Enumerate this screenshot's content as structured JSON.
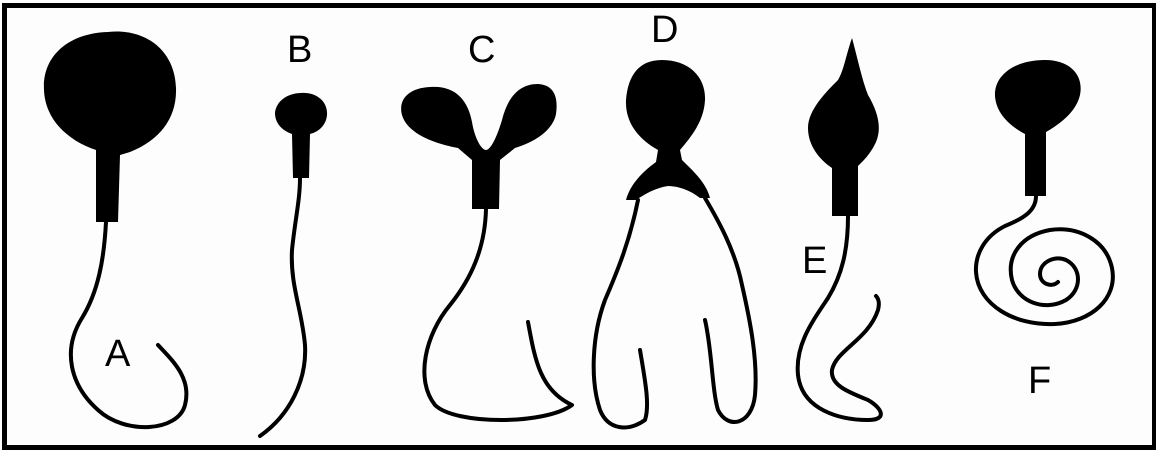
{
  "labels": {
    "a": "A",
    "b": "B",
    "c": "C",
    "d": "D",
    "e": "E",
    "f": "F"
  },
  "colors": {
    "ink": "#000000",
    "background": "#ffffff"
  }
}
